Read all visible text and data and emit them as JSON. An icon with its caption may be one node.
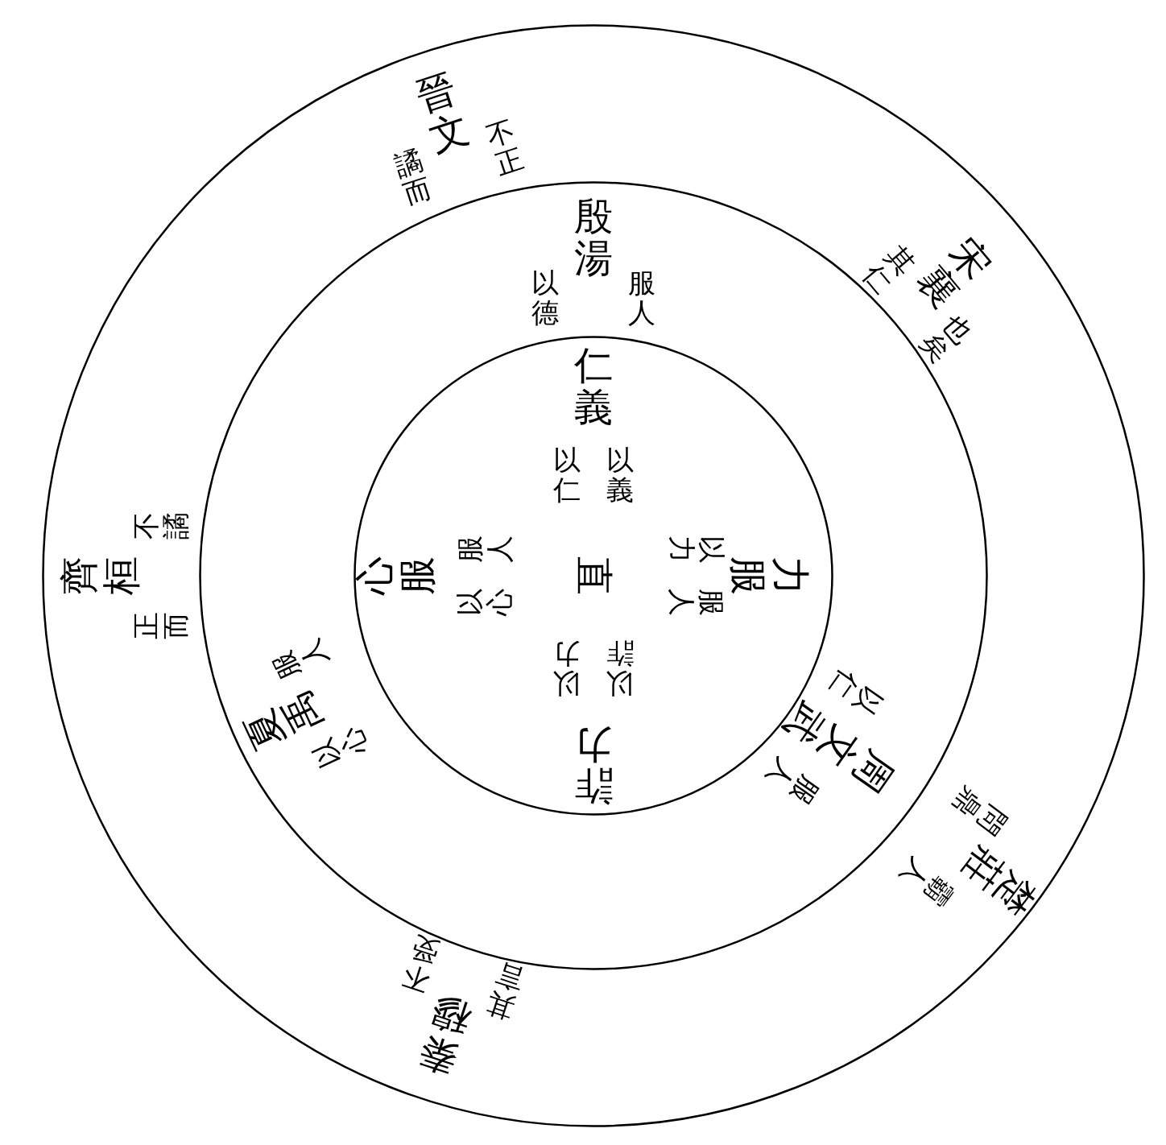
{
  "diagram": {
    "nodes": [
      {
        "text": [
          "晉文",
          "譎而",
          "不正",
          "宋襄",
          "其仁",
          "也矣",
          "齊桓",
          "正而",
          "不譎",
          "楚莊",
          "問鼎",
          "霸人",
          "秦穆",
          "其言",
          "不受"
        ]
      },
      {
        "text": [
          "殷湯",
          "以德",
          "服人",
          "周文武",
          "以仁",
          "服人",
          "夏禹",
          "以心",
          "服人"
        ],
        "in": 0
      },
      {
        "text": [
          "仁義",
          "以仁",
          "以義",
          "直",
          "力服",
          "以力",
          "服人",
          "心服",
          "以心",
          "服人",
          "詐力",
          "以詐",
          "以力"
        ],
        "in": 1
      }
    ]
  }
}
